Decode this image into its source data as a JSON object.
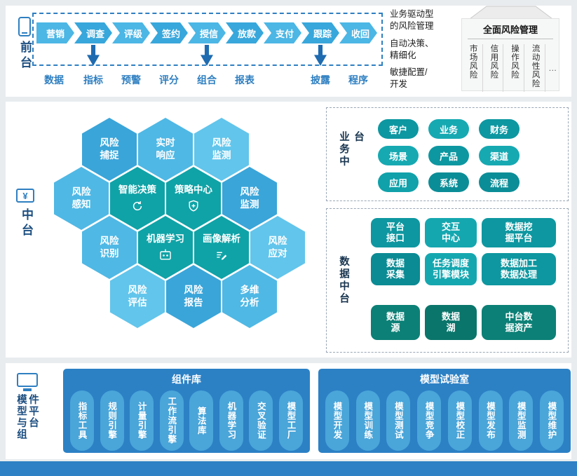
{
  "front_office": {
    "label": "前台",
    "steps": [
      "营销",
      "调查",
      "评级",
      "签约",
      "授信",
      "放款",
      "支付",
      "跟踪",
      "收回"
    ],
    "outputs": [
      "数据",
      "指标",
      "预警",
      "评分",
      "组合",
      "报表",
      "披露",
      "程序"
    ],
    "notes": [
      {
        "lines": [
          "业务驱动型",
          "的风险管理"
        ]
      },
      {
        "lines": [
          "自动决策、",
          "精细化"
        ]
      },
      {
        "lines": [
          "敏捷配置/",
          "开发"
        ]
      }
    ],
    "risk_panel": {
      "title": "全面风险管理",
      "items": [
        "市场风险",
        "信用风险",
        "操作风险",
        "流动性风险"
      ],
      "more": "…"
    }
  },
  "middle_office": {
    "label": "中台",
    "icon_glyph": "¥",
    "hexagons": [
      {
        "lines": [
          "风险",
          "捕捉"
        ]
      },
      {
        "lines": [
          "实时",
          "响应"
        ]
      },
      {
        "lines": [
          "风险",
          "监测"
        ]
      },
      {
        "lines": [
          "风险",
          "感知"
        ]
      },
      {
        "text": "智能决策",
        "icon": "refresh-icon"
      },
      {
        "text": "策略中心",
        "icon": "shield-icon"
      },
      {
        "lines": [
          "风险",
          "监测"
        ]
      },
      {
        "lines": [
          "风险",
          "识别"
        ]
      },
      {
        "text": "机器学习",
        "icon": "robot-icon"
      },
      {
        "text": "画像解析",
        "icon": "pen-icon"
      },
      {
        "lines": [
          "风险",
          "应对"
        ]
      },
      {
        "lines": [
          "风险",
          "评估"
        ]
      },
      {
        "lines": [
          "风险",
          "报告"
        ]
      },
      {
        "lines": [
          "多维",
          "分析"
        ]
      }
    ],
    "business_center": {
      "label": "业务中台",
      "items": [
        "客户",
        "业务",
        "财务",
        "场景",
        "产品",
        "渠道",
        "应用",
        "系统",
        "流程"
      ]
    },
    "data_center": {
      "label": "数据中台",
      "items": [
        {
          "lines": [
            "平台",
            "接口"
          ]
        },
        {
          "lines": [
            "交互",
            "中心"
          ]
        },
        {
          "lines": [
            "数据挖",
            "掘平台"
          ]
        },
        {
          "lines": [
            "数据",
            "采集"
          ]
        },
        {
          "lines": [
            "任务调度",
            "引擎模块"
          ]
        },
        {
          "lines": [
            "数据加工",
            "数据处理"
          ]
        },
        {
          "lines": [
            "数据",
            "源"
          ]
        },
        {
          "lines": [
            "数据",
            "湖"
          ]
        },
        {
          "lines": [
            "中台数",
            "据资产"
          ]
        }
      ]
    }
  },
  "platform": {
    "label": "模型与组件平台",
    "component_library": {
      "title": "组件库",
      "items": [
        "指标工具",
        "规则引擎",
        "计量引擎",
        "工作流引擎",
        "算法库",
        "机器学习",
        "交叉验证",
        "模型工厂"
      ]
    },
    "model_lab": {
      "title": "模型试验室",
      "items": [
        "模型开发",
        "模型训练",
        "模型测试",
        "模型竞争",
        "模型校正",
        "模型发布",
        "模型监测",
        "模型维护"
      ]
    }
  },
  "colors": {
    "accent_blue": "#2e7fc1",
    "chevron_blue_light": "#4cb6e5",
    "chevron_blue_dark": "#38a7db",
    "hex_blue_dark": "#3aa5d9",
    "hex_blue_mid": "#4fb8e5",
    "hex_blue_light": "#62c5eb",
    "hex_teal": "#0fa3a7",
    "pill_teal": "#0d97a1",
    "pill_teal_light": "#16a9b2",
    "pill_green_dark": "#0c8076",
    "panel_blue": "#2c81c5",
    "inner_pill_blue": "#4aa5d9",
    "label_navy": "#1c4e80"
  }
}
